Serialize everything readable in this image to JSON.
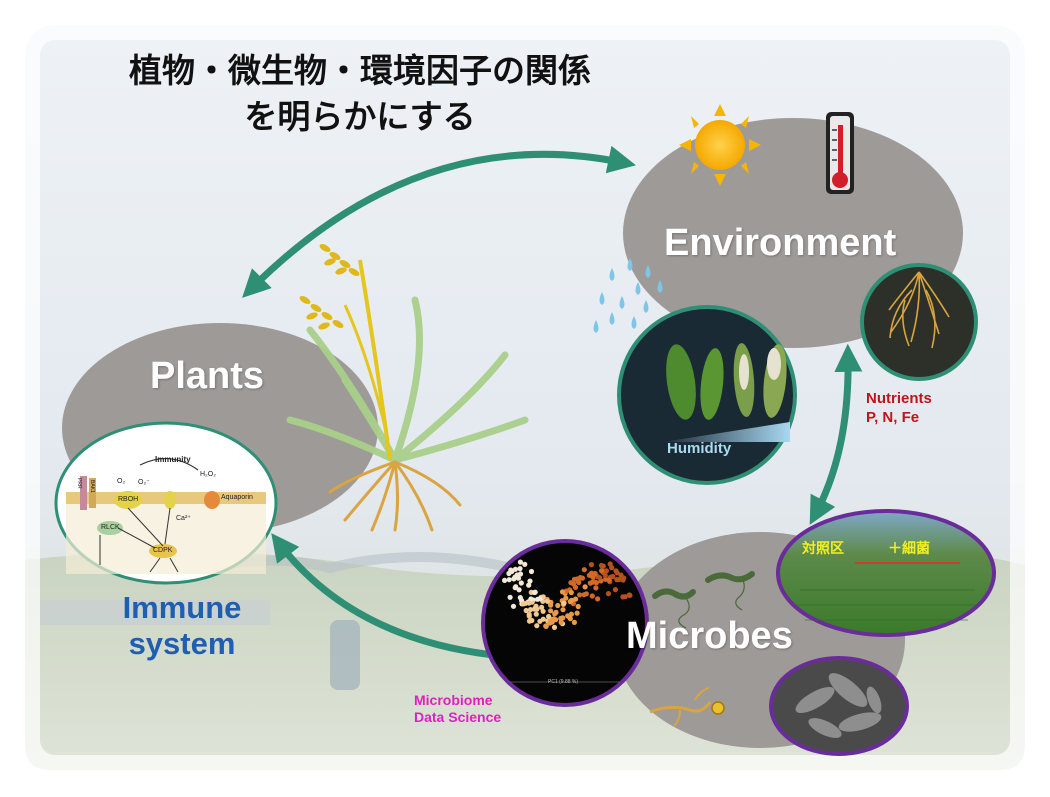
{
  "title": {
    "line1": "植物・微生物・環境因子の関係",
    "line2": "を明らかにする"
  },
  "nodes": {
    "environment": "Environment",
    "plants": "Plants",
    "microbes": "Microbes"
  },
  "labels": {
    "immune_line1": "Immune",
    "immune_line2": "system",
    "nutrients_line1": "Nutrients",
    "nutrients_line2": "P, N, Fe",
    "humidity": "Humidity",
    "microbiome_line1": "Microbiome",
    "microbiome_line2": "Data Science",
    "control_plot": "対照区",
    "bacteria_plot": "＋細菌"
  },
  "pathway_labels": {
    "immunity": "Immunity",
    "h2o2": "H₂O₂",
    "o2": "O₂",
    "o2minus": "O₂⁻",
    "aquaporin": "Aquaporin",
    "rboh": "RBOH",
    "rlck": "RLCK",
    "ca": "Ca²⁺",
    "cdpk": "CDPK",
    "prr": "PRR",
    "bak1": "BAK1"
  },
  "pc_label": "PC1 (9.88 %)",
  "colors": {
    "arrow": "#2e8f74",
    "ellipse": "#9e9a98",
    "immune_text": "#1f5fb0",
    "nutrients_text": "#c0141c",
    "microbiome_text": "#e020c0",
    "circle_border_green": "#2e8f74",
    "circle_border_purple": "#6a2c9a"
  }
}
